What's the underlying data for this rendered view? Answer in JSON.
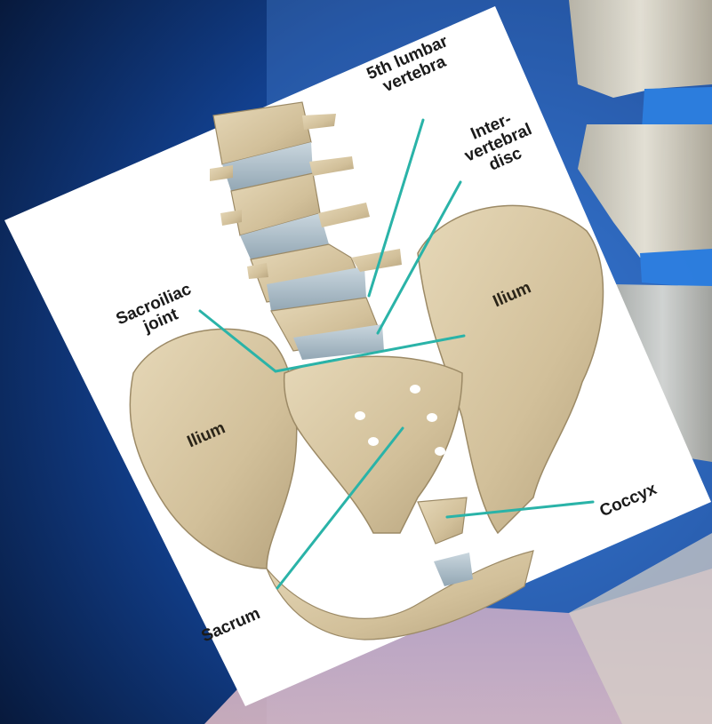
{
  "labels": {
    "l5_line1": "5th lumbar",
    "l5_line2": "vertebra",
    "disc_line1": "Inter-",
    "disc_line2": "vertebral",
    "disc_line3": "disc",
    "si_line1": "Sacroiliac",
    "si_line2": "joint",
    "ilium_right": "Ilium",
    "ilium_left": "Ilium",
    "coccyx": "Coccyx",
    "sacrum": "Sacrum"
  },
  "colors": {
    "background_dark": "#0a1a44",
    "background_blue": "#1b4fa3",
    "leader_line": "#2ab3a8",
    "bone": "#d8c8a4",
    "disc": "#a9b9c4",
    "card": "#ffffff"
  }
}
